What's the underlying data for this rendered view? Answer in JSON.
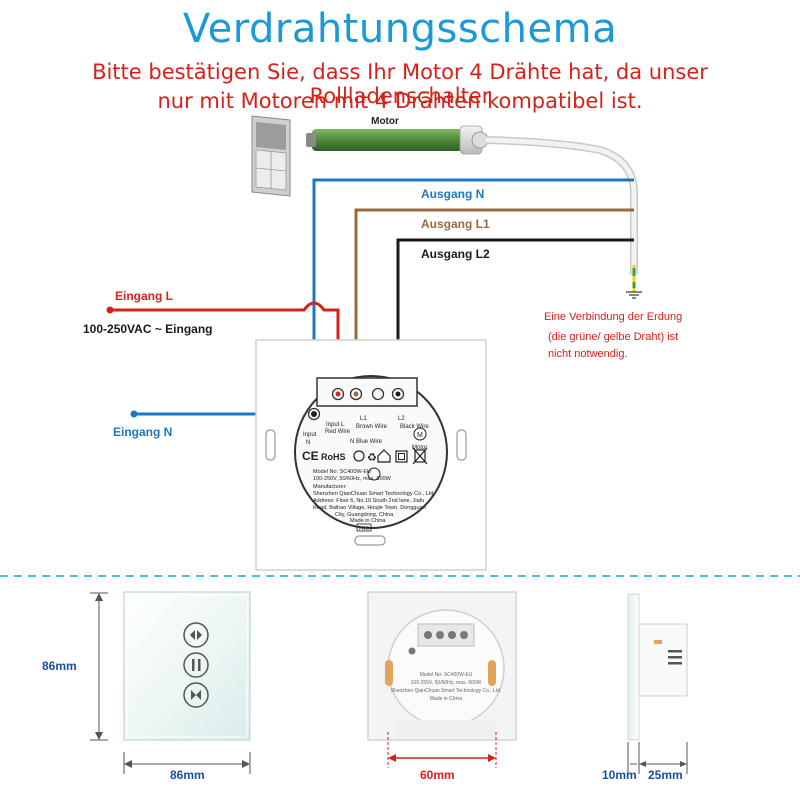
{
  "title": "Verdrahtungsschema",
  "subtitle_line1": "Bitte bestätigen Sie, dass Ihr Motor 4 Drähte hat, da unser Rollladenschalter",
  "subtitle_line2": "nur mit Motoren mit 4 Drähten kompatibel ist.",
  "motor_label": "Motor",
  "output_n": "Ausgang N",
  "output_l1": "Ausgang L1",
  "output_l2": "Ausgang L2",
  "input_l": "Eingang L",
  "input_voltage": "100-250VAC ~ Eingang",
  "input_n": "Eingang N",
  "earth_note": [
    "Eine Verbindung der Erdung",
    "(die grüne/ gelbe Draht) ist",
    "nicht notwendig."
  ],
  "module": {
    "input_n": [
      "Input",
      "N"
    ],
    "input_l": [
      "Input L",
      "Red Wire"
    ],
    "n_blue": "N  Blue Wire",
    "l1": [
      "L1",
      "Brown Wire"
    ],
    "l2": [
      "L2",
      "Black Wire"
    ],
    "motor": "Motor",
    "model": "Model No: SC400W-EU",
    "rating": "100-250V, 50/60Hz, max. 600W",
    "manufacturer": "Manufacturer:",
    "company": "Shenzhen QianChuan Smart Technology Co., Ltd.",
    "addr1": "Address: Floor 6, No.10 South 2nd lane, Jiafu",
    "addr2": "Road, Baihao Village, Houjie Town, Dongguan",
    "addr3": "City, Guangdong, China",
    "made": "Made in China",
    "code": "H10",
    "ce": "CE",
    "rohs": "RoHS"
  },
  "dimensions": {
    "height": "86mm",
    "width": "86mm",
    "module_width": "60mm",
    "depth_front": "10mm",
    "depth_back": "25mm"
  },
  "colors": {
    "title": "#1a9ad6",
    "subtitle": "#d7211b",
    "wire_blue": "#1c79c0",
    "wire_brown": "#9a6a3e",
    "wire_black": "#1a1a1a",
    "wire_red": "#d7211b",
    "dimension_red": "#d7211b",
    "motor_green": "#4e8a3a"
  }
}
